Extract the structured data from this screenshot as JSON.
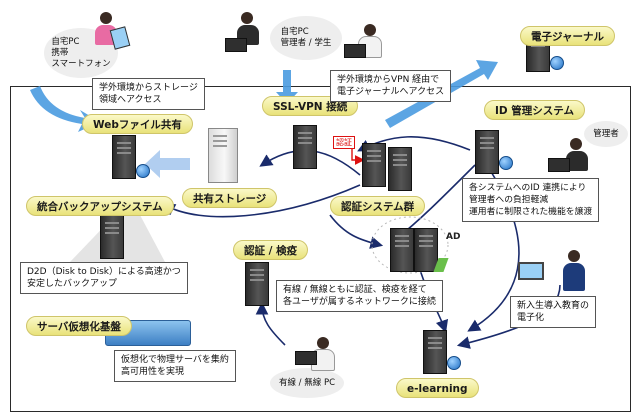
{
  "labels": {
    "web_file": "Webファイル共有",
    "ssl_vpn": "SSL-VPN 接続",
    "ejournal": "電子ジャーナル",
    "id_mgmt": "ID 管理システム",
    "backup": "統合バックアップシステム",
    "shared_storage": "共有ストレージ",
    "auth_group": "認証システム群",
    "auth_check": "認証 / 検疫",
    "virtual": "サーバ仮想化基盤",
    "elearning": "e-learning"
  },
  "notes": {
    "storage_access": [
      "学外環境からストレージ",
      "領域へアクセス"
    ],
    "vpn_journal": [
      "学外環境からVPN 経由で",
      "電子ジャーナルへアクセス"
    ],
    "id_link": [
      "各システムへのID 連携により",
      "管理者への負担軽減",
      "運用者に制限された機能を譲渡"
    ],
    "d2d": [
      "D2D（Disk to Disk）による高速かつ",
      "安定したバックアップ"
    ],
    "auth_wired": [
      "有線 / 無線ともに認証、検疫を経て",
      "各ユーザが属するネットワークに接続"
    ],
    "virtual_desc": [
      "仮想化で物理サーバを集約",
      "高可用性を実現"
    ],
    "newstudent": [
      "新入生導入教育の",
      "電子化"
    ]
  },
  "bubbles": {
    "home_mobile": "自宅PC\n携帯\nスマートフォン",
    "home_pc_staff": "自宅PC\n管理者 / 学生",
    "admin": "管理者",
    "wired_pc": "有線 / 無線 PC"
  },
  "tags": {
    "auth_tag": "認証",
    "ad": "AD"
  },
  "colors": {
    "badge_fill": "#f3ee9e",
    "arrow_blue": "#4a9be0",
    "line_navy": "#1a2b6b",
    "frame": "#2a2a2a"
  }
}
